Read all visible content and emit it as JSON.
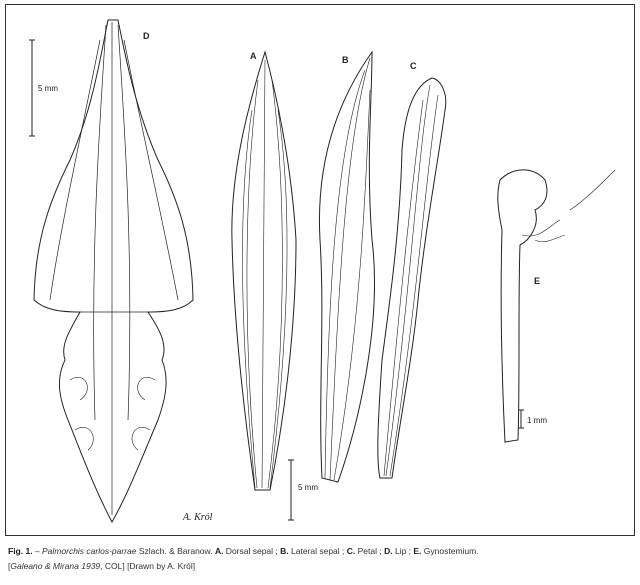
{
  "figure": {
    "labels": {
      "a": "A",
      "b": "B",
      "c": "C",
      "d": "D",
      "e": "E"
    },
    "scale_bars": {
      "left": "5 mm",
      "bottom": "5 mm",
      "small": "1 mm"
    },
    "signature": "A. Król"
  },
  "caption": {
    "fig": "Fig. 1.",
    "dash": " – ",
    "species": "Palmorchis carlos-parrae",
    "authors": " Szlach. & Baranow. ",
    "a_key": "A.",
    "a_text": " Dorsal sepal ; ",
    "b_key": "B.",
    "b_text": " Lateral sepal ; ",
    "c_key": "C.",
    "c_text": " Petal ; ",
    "d_key": "D.",
    "d_text": " Lip ; ",
    "e_key": "E.",
    "e_text": " Gynostemium.",
    "collector": "Galeano & Mirana 1939",
    "herbarium": ", COL] [Drawn by A. Król]"
  }
}
